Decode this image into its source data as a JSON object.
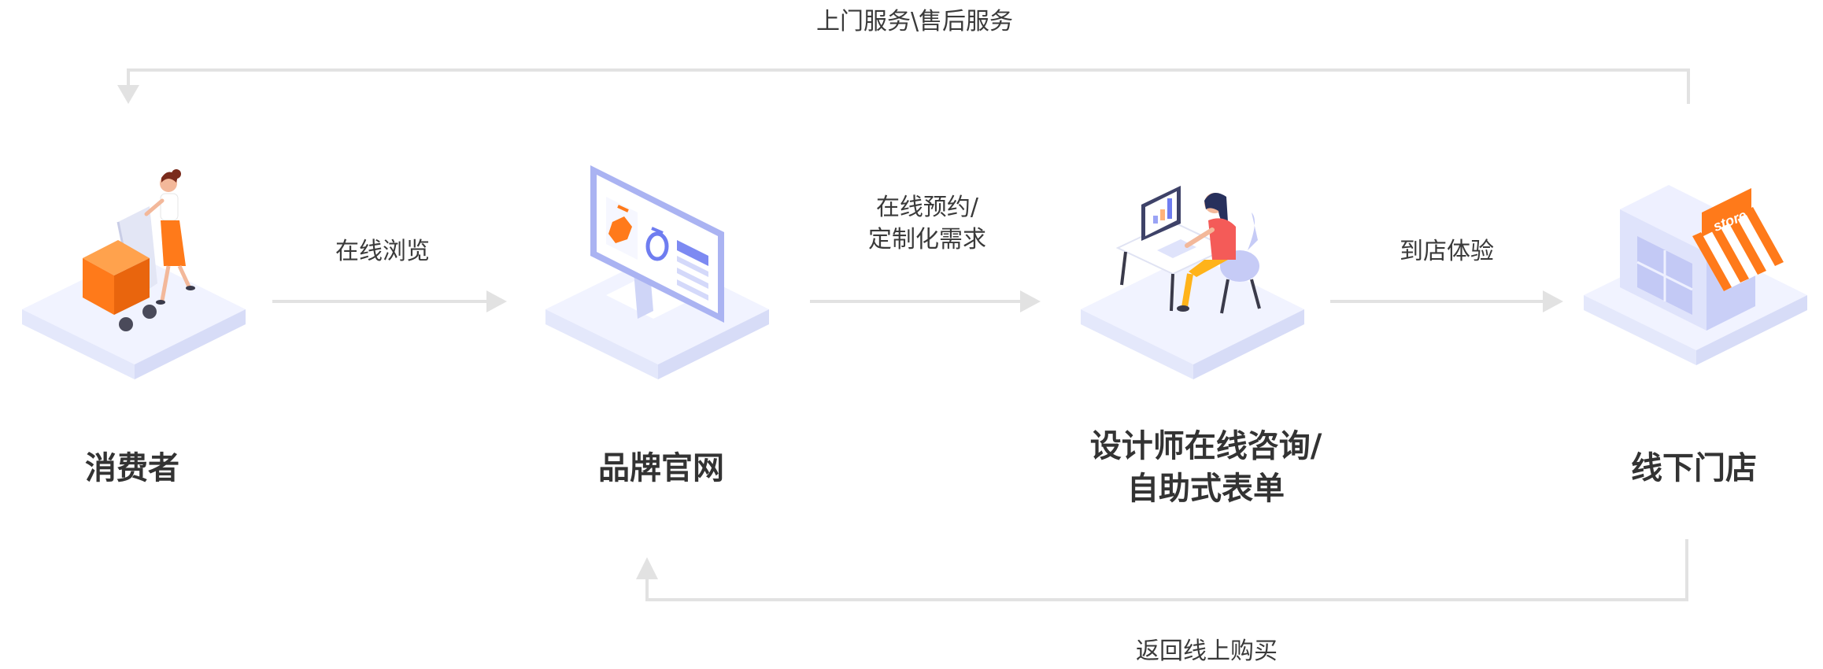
{
  "colors": {
    "connector": "#e2e2e2",
    "platform_top": "#f1f3ff",
    "platform_side": "#dfe3fb",
    "accent_orange": "#ff7a1a",
    "accent_blue": "#6f7df0",
    "accent_red": "#f45b58"
  },
  "top_loop": {
    "label": "上门服务\\售后服务"
  },
  "bottom_loop": {
    "label": "返回线上购买"
  },
  "nodes": [
    {
      "label": "消费者",
      "icon": "shopping-cart-person-icon"
    },
    {
      "label": "品牌官网",
      "icon": "computer-monitor-icon"
    },
    {
      "label_line1": "设计师在线咨询/",
      "label_line2": "自助式表单",
      "icon": "designer-at-desk-icon"
    },
    {
      "label": "线下门店",
      "icon": "store-building-icon",
      "sign": "store"
    }
  ],
  "steps": [
    {
      "label": "在线浏览"
    },
    {
      "label_line1": "在线预约/",
      "label_line2": "定制化需求"
    },
    {
      "label": "到店体验"
    }
  ]
}
